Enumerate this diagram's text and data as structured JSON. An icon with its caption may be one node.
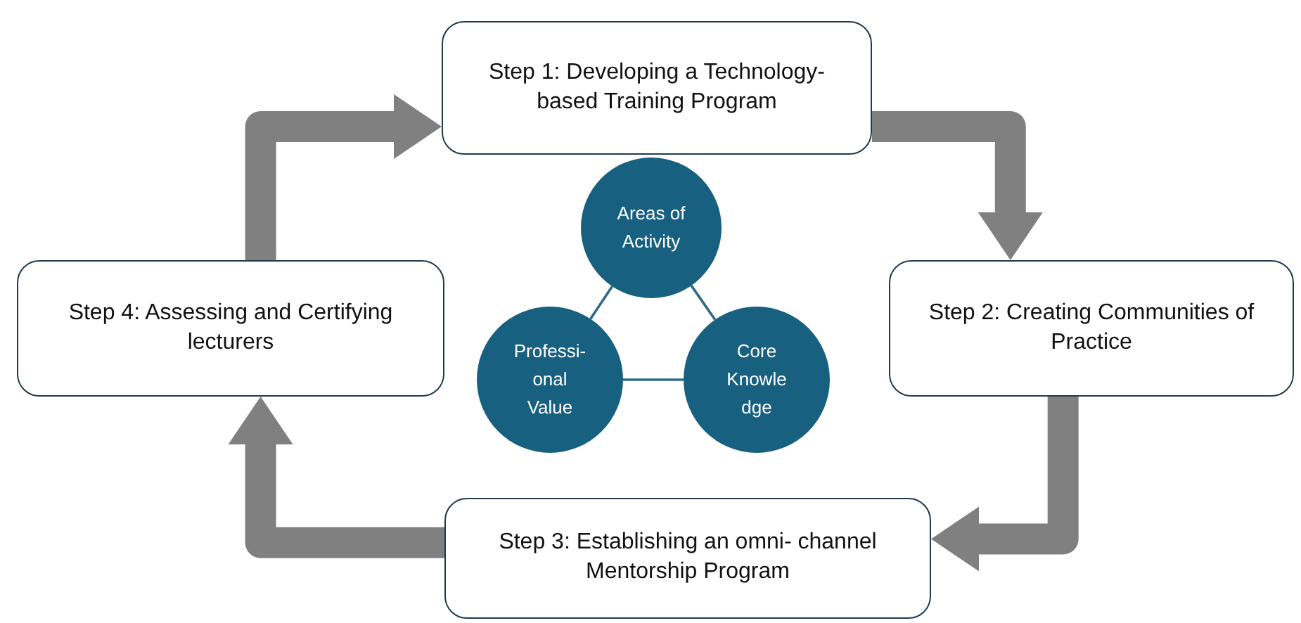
{
  "diagram": {
    "nodes": [
      {
        "text": [
          "Step 1: Developing a Technology- based Training Program"
        ]
      },
      {
        "text": [
          "Step 2: Creating Communities of Practice"
        ]
      },
      {
        "text": [
          "Step 3: Establishing an omni- channel Mentorship Program"
        ]
      },
      {
        "text": [
          "Step 4: Assessing and Certifying lecturers"
        ]
      },
      {
        "text": [
          "Areas of Activity"
        ]
      },
      {
        "text": [
          "Professi- onal Value"
        ]
      },
      {
        "text": [
          "Core Knowle dge"
        ]
      }
    ],
    "edges": [
      {
        "from": 3,
        "to": 0,
        "arrow": "to"
      },
      {
        "from": 0,
        "to": 1,
        "arrow": "to"
      },
      {
        "from": 1,
        "to": 2,
        "arrow": "to"
      },
      {
        "from": 2,
        "to": 3,
        "arrow": "to"
      },
      {
        "from": 4,
        "to": 5,
        "arrow": "none",
        "color": "#2f6b85"
      },
      {
        "from": 4,
        "to": 6,
        "arrow": "none",
        "color": "#2f6b85"
      },
      {
        "from": 5,
        "to": 6,
        "arrow": "none",
        "color": "#2f6b85"
      }
    ]
  }
}
